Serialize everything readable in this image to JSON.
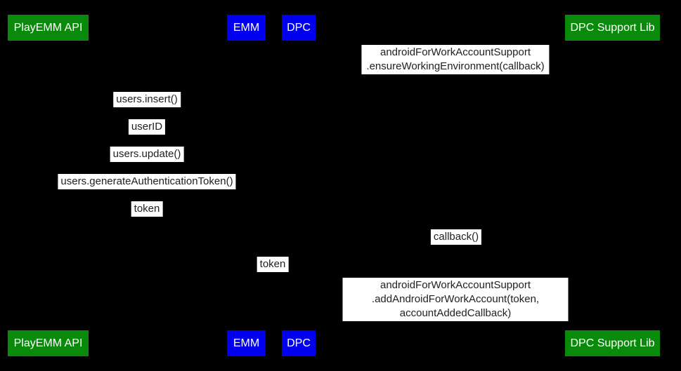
{
  "diagram": {
    "type": "sequence-diagram",
    "background_color": "#000000",
    "colors": {
      "actor_green": "#0a8a0a",
      "actor_blue": "#0000ee",
      "actor_text": "#ffffff",
      "label_background": "#ffffff",
      "label_text": "#212121"
    },
    "actors": [
      {
        "label": "PlayEMM API",
        "color": "#0a8a0a"
      },
      {
        "label": "EMM",
        "color": "#0000ee"
      },
      {
        "label": "DPC",
        "color": "#0000ee"
      },
      {
        "label": "DPC Support Lib",
        "color": "#0a8a0a"
      }
    ],
    "messages": [
      {
        "text": "androidForWorkAccountSupport\n.ensureWorkingEnvironment(callback)"
      },
      {
        "text": "users.insert()"
      },
      {
        "text": "userID"
      },
      {
        "text": "users.update()"
      },
      {
        "text": "users.generateAuthenticationToken()"
      },
      {
        "text": "token"
      },
      {
        "text": "callback()"
      },
      {
        "text": "token"
      },
      {
        "text": "androidForWorkAccountSupport\n.addAndroidForWorkAccount(token, accountAddedCallback)"
      }
    ]
  }
}
